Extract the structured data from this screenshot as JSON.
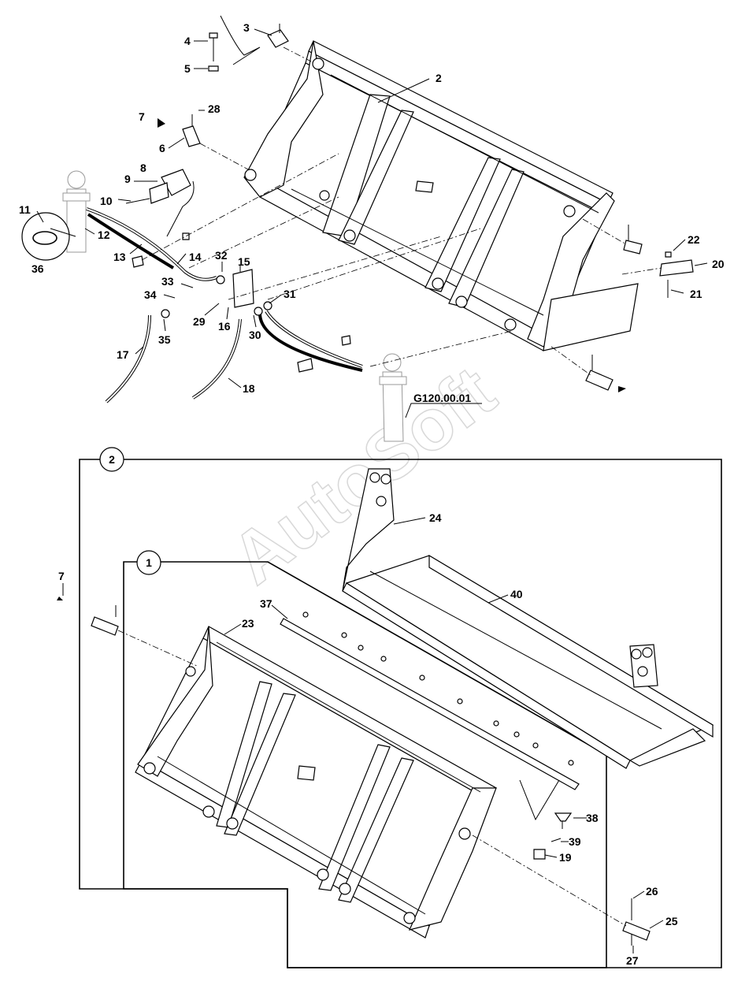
{
  "watermark": "AutoSoft",
  "assembly_ref": "G120.00.01",
  "variant_tags": [
    "1",
    "2"
  ],
  "callouts": [
    "2",
    "3",
    "4",
    "5",
    "6",
    "7",
    "8",
    "9",
    "10",
    "11",
    "12",
    "13",
    "14",
    "15",
    "16",
    "17",
    "18",
    "19",
    "20",
    "21",
    "22",
    "23",
    "24",
    "25",
    "26",
    "27",
    "28",
    "29",
    "30",
    "31",
    "32",
    "33",
    "34",
    "35",
    "36",
    "37",
    "38",
    "39",
    "40"
  ]
}
